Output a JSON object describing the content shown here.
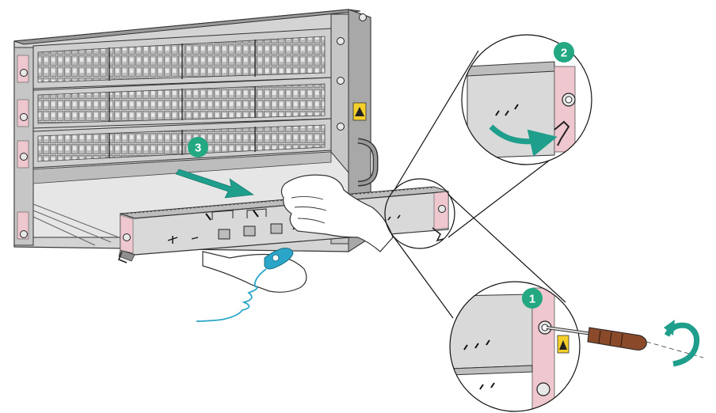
{
  "figure": {
    "steps": [
      {
        "number": "1",
        "color": "#23a882"
      },
      {
        "number": "2",
        "color": "#23a882"
      },
      {
        "number": "3",
        "color": "#23a882"
      }
    ],
    "colors": {
      "chassis_gray": "#d4d4d4",
      "chassis_dark": "#8f8f8f",
      "label_pink": "#efc7cf",
      "port_gray": "#bdbdbd",
      "arrow_teal": "#1f9e8c",
      "warning_yellow": "#f4cf2a",
      "screwdriver_brown": "#8a4a2a",
      "esd_strap_blue": "#2ba6c8"
    },
    "icons": [
      "warning-icon",
      "rotate-arrow-icon",
      "screwdriver-icon",
      "esd-wrist-strap-icon"
    ]
  }
}
